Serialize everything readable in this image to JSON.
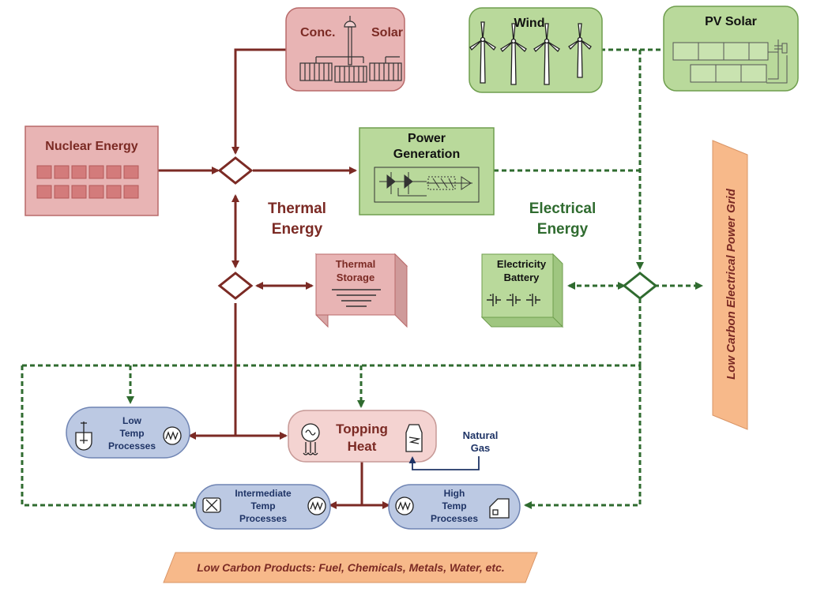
{
  "nodes": {
    "conc_solar": {
      "label_left": "Conc.",
      "label_right": "Solar"
    },
    "wind": {
      "label": "Wind"
    },
    "pv_solar": {
      "label": "PV Solar"
    },
    "nuclear": {
      "label": "Nuclear Energy"
    },
    "power_gen": {
      "line1": "Power",
      "line2": "Generation"
    },
    "thermal_storage": {
      "line1": "Thermal",
      "line2": "Storage"
    },
    "battery": {
      "line1": "Electricity",
      "line2": "Battery"
    },
    "low_temp": {
      "line1": "Low",
      "line2": "Temp",
      "line3": "Processes"
    },
    "topping_heat": {
      "line1": "Topping",
      "line2": "Heat"
    },
    "natural_gas": {
      "line1": "Natural",
      "line2": "Gas"
    },
    "intermediate_temp": {
      "line1": "Intermediate",
      "line2": "Temp",
      "line3": "Processes"
    },
    "high_temp": {
      "line1": "High",
      "line2": "Temp",
      "line3": "Processes"
    }
  },
  "labels": {
    "thermal_energy": {
      "line1": "Thermal",
      "line2": "Energy"
    },
    "electrical_energy": {
      "line1": "Electrical",
      "line2": "Energy"
    },
    "grid": "Low Carbon Electrical Power Grid",
    "products": "Low Carbon Products: Fuel, Chemicals, Metals, Water, etc."
  },
  "colors": {
    "thermal": "#7b2a24",
    "electrical": "#2f6b2f",
    "red_fill": "#e8b4b4",
    "red_stroke": "#b86a6a",
    "green_fill": "#b9d99b",
    "green_stroke": "#6f9e4e",
    "blue_fill": "#bcc9e3",
    "blue_stroke": "#6f84b3",
    "pink_fill": "#f4d3d1",
    "orange_fill": "#f7b98a",
    "navy_text": "#1f3466"
  }
}
